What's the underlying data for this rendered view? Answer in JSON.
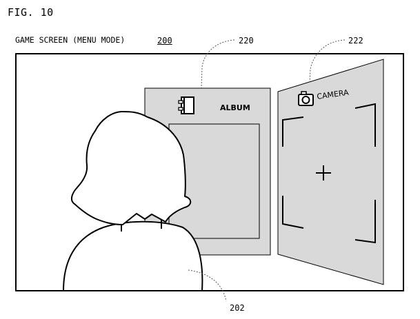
{
  "figure": {
    "label": "FIG. 10",
    "screen_title": "GAME SCREEN (MENU MODE)",
    "screen_ref": "200"
  },
  "callouts": {
    "album_ref": "220",
    "camera_ref": "222",
    "character_ref": "202"
  },
  "panels": {
    "album": {
      "label": "ALBUM",
      "icon": "album-icon"
    },
    "camera": {
      "label": "CAMERA",
      "icon": "camera-icon"
    }
  },
  "colors": {
    "line": "#000000",
    "panel_fill": "#d9d9d9",
    "background": "#ffffff"
  }
}
